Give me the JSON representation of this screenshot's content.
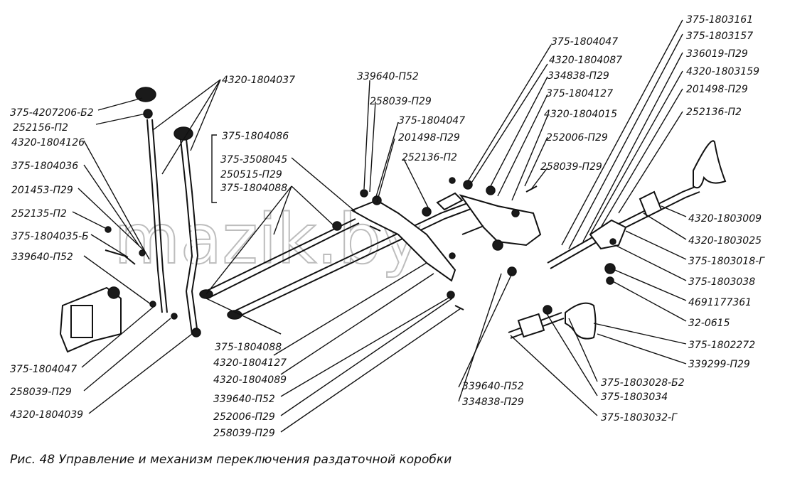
{
  "caption": "Рис. 48 Управление и механизм переключения раздаточной коробки",
  "watermark": "mazik.by",
  "labels": [
    "375-4207206-Б2",
    "252156-П2",
    "4320-1804126",
    "375-1804036",
    "201453-П29",
    "252135-П2",
    "375-1804035-Б",
    "339640-П52",
    "4320-1804037",
    "375-1804086",
    "375-3508045",
    "250515-П29",
    "375-1804088",
    "339640-П52",
    "258039-П29",
    "375-1804047",
    "201498-П29",
    "252136-П2",
    "375-1804047",
    "4320-1804087",
    "334838-П29",
    "375-1804127",
    "4320-1804015",
    "252006-П29",
    "258039-П29",
    "375-1803161",
    "375-1803157",
    "336019-П29",
    "4320-1803159",
    "201498-П29",
    "252136-П2",
    "375-1804047",
    "258039-П29",
    "4320-1804039",
    "375-1804088",
    "4320-1804127",
    "4320-1804089",
    "339640-П52",
    "252006-П29",
    "258039-П29",
    "339640-П52",
    "334838-П29",
    "4320-1803009",
    "4320-1803025",
    "375-1803018-Г",
    "375-1803038",
    "4691177361",
    "32-0615",
    "375-1802272",
    "339299-П29",
    "375-1803028-Б2",
    "375-1803034",
    "375-1803032-Г"
  ]
}
